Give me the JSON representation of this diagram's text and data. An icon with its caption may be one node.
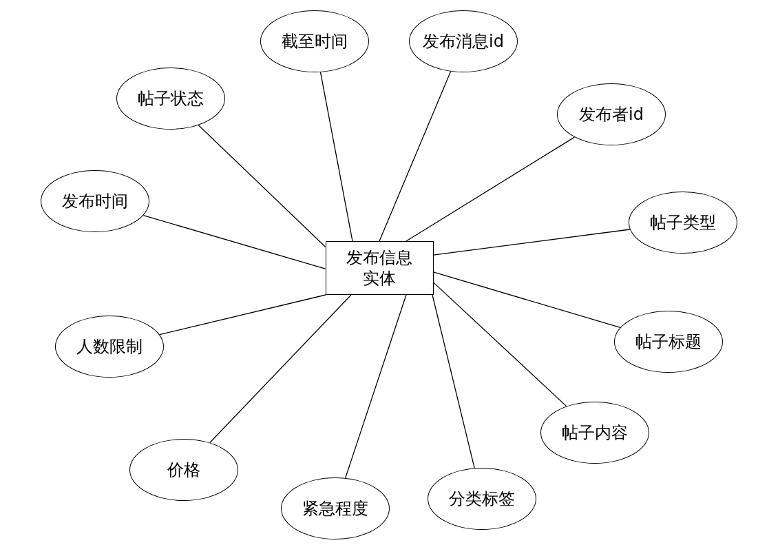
{
  "diagram": {
    "nodes": [
      {
        "text": [
          "发布信息实体"
        ]
      },
      {
        "text": [
          "截至时间"
        ]
      },
      {
        "text": [
          "发布消息id"
        ]
      },
      {
        "text": [
          "帖子状态"
        ]
      },
      {
        "text": [
          "发布者id"
        ]
      },
      {
        "text": [
          "发布时间"
        ]
      },
      {
        "text": [
          "帖子类型"
        ]
      },
      {
        "text": [
          "帖子标题"
        ]
      },
      {
        "text": [
          "人数限制"
        ]
      },
      {
        "text": [
          "帖子内容"
        ]
      },
      {
        "text": [
          "价格"
        ]
      },
      {
        "text": [
          "分类标签"
        ]
      },
      {
        "text": [
          "紧急程度"
        ]
      }
    ],
    "edges": [
      {
        "from": 0,
        "to": 1,
        "arrow": "none"
      },
      {
        "from": 0,
        "to": 2,
        "arrow": "none"
      },
      {
        "from": 0,
        "to": 3,
        "arrow": "none"
      },
      {
        "from": 0,
        "to": 4,
        "arrow": "none"
      },
      {
        "from": 0,
        "to": 5,
        "arrow": "none"
      },
      {
        "from": 0,
        "to": 6,
        "arrow": "none"
      },
      {
        "from": 0,
        "to": 7,
        "arrow": "none"
      },
      {
        "from": 0,
        "to": 8,
        "arrow": "none"
      },
      {
        "from": 0,
        "to": 9,
        "arrow": "none"
      },
      {
        "from": 0,
        "to": 10,
        "arrow": "none"
      },
      {
        "from": 0,
        "to": 11,
        "arrow": "none"
      },
      {
        "from": 0,
        "to": 12,
        "arrow": "none"
      }
    ]
  }
}
